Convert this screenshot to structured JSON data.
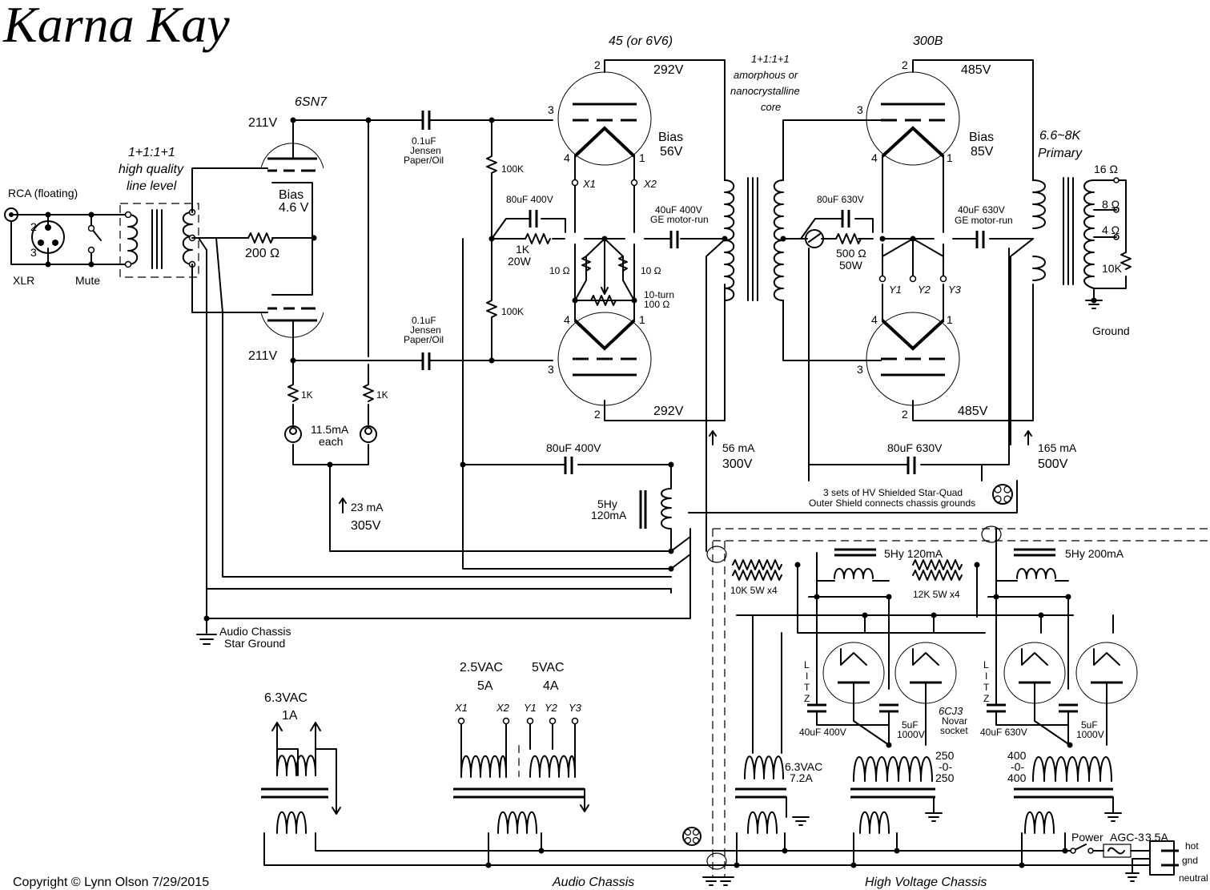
{
  "title": "Karna Kay",
  "copyright": "Copyright © Lynn Olson  7/29/2015",
  "input": {
    "rca": "RCA (floating)",
    "xlr": "XLR",
    "mute": "Mute",
    "pin2": "2",
    "pin3": "3",
    "transformer_line1": "1+1:1+1",
    "transformer_line2": "high quality",
    "transformer_line3": "line level"
  },
  "stage1": {
    "tube": "6SN7",
    "plate_top": "211V",
    "plate_bottom": "211V",
    "bias_label": "Bias",
    "bias_value": "4.6 V",
    "resistor": "200 Ω",
    "cathode_r1": "1K",
    "cathode_r2": "1K",
    "ccs_line1": "11.5mA",
    "ccs_line2": "each",
    "supply_current": "23 mA",
    "supply_voltage": "305V"
  },
  "coupling": {
    "cap_top_value": "0.1uF",
    "cap_top_line2": "Jensen",
    "cap_top_line3": "Paper/Oil",
    "cap_bot_value": "0.1uF",
    "cap_bot_line2": "Jensen",
    "cap_bot_line3": "Paper/Oil",
    "grid_r_top": "100K",
    "grid_r_bot": "100K"
  },
  "stage2": {
    "tube": "45 (or 6V6)",
    "plate_top": "292V",
    "plate_bottom": "292V",
    "bias_label": "Bias",
    "bias_value": "56V",
    "pin2": "2",
    "pin3": "3",
    "pin4": "4",
    "pin1": "1",
    "x1": "X1",
    "x2": "X2",
    "cap_feedback": "80uF 400V",
    "r_line1": "1K",
    "r_line2": "20W",
    "r_10a": "10 Ω",
    "r_10b": "10 Ω",
    "pot_line1": "10-turn",
    "pot_line2": "100 Ω",
    "bypass_line1": "40uF  400V",
    "bypass_line2": "GE motor-run",
    "supply_current": "56 mA",
    "supply_voltage": "300V",
    "filter_cap": "80uF 400V",
    "choke_line1": "5Hy",
    "choke_line2": "120mA"
  },
  "interstage": {
    "line1": "1+1:1+1",
    "line2": "amorphous or",
    "line3": "nanocrystalline",
    "line4": "core"
  },
  "output": {
    "tube": "300B",
    "plate_top": "485V",
    "plate_bottom": "485V",
    "bias_label": "Bias",
    "bias_value": "85V",
    "cap_feedback": "80uF 630V",
    "r_line1": "500 Ω",
    "r_line2": "50W",
    "bypass_line1": "40uF  630V",
    "bypass_line2": "GE motor-run",
    "y1": "Y1",
    "y2": "Y2",
    "y3": "Y3",
    "supply_current": "165 mA",
    "supply_voltage": "500V",
    "filter_cap": "80uF 630V",
    "transformer_line1": "6.6~8K",
    "transformer_line2": "Primary",
    "tap16": "16 Ω",
    "tap8": "8 Ω",
    "tap4": "4 Ω",
    "load": "10K",
    "ground": "Ground"
  },
  "cable": {
    "line1": "3 sets of HV Shielded Star-Quad",
    "line2": "Outer Shield connects chassis grounds"
  },
  "audio_ground": {
    "line1": "Audio Chassis",
    "line2": "Star Ground"
  },
  "hv_supply": {
    "choke_a": "5Hy 120mA",
    "choke_b": "5Hy 200mA",
    "res_a": "10K 5W x4",
    "res_b": "12K 5W x4",
    "litz": [
      "L",
      "I",
      "T",
      "Z"
    ],
    "cap_a": "40uF 400V",
    "cap_b": "40uF 630V",
    "cap_c1": "5uF",
    "cap_c2": "1000V",
    "cap_d1": "5uF",
    "cap_d2": "1000V",
    "rect_line1": "6CJ3",
    "rect_line2": "Novar",
    "rect_line3": "socket",
    "sec_a": [
      "250",
      "-0-",
      "250"
    ],
    "sec_b": [
      "400",
      "-0-",
      "400"
    ],
    "heater_line1": "6.3VAC",
    "heater_line2": "7.2A"
  },
  "audio_power": {
    "heater_line1": "6.3VAC",
    "heater_line2": "1A",
    "fil_line1a": "2.5VAC",
    "fil_line2a": "5A",
    "fil_line1b": "5VAC",
    "fil_line2b": "4A",
    "taps": [
      "X1",
      "X2",
      "Y1",
      "Y2",
      "Y3"
    ]
  },
  "mains": {
    "power": "Power",
    "fuse": "AGC-3",
    "rating": "3.5A",
    "hot": "hot",
    "gnd": "gnd",
    "neutral": "neutral"
  },
  "chassis": {
    "audio": "Audio Chassis",
    "hv": "High Voltage Chassis"
  }
}
